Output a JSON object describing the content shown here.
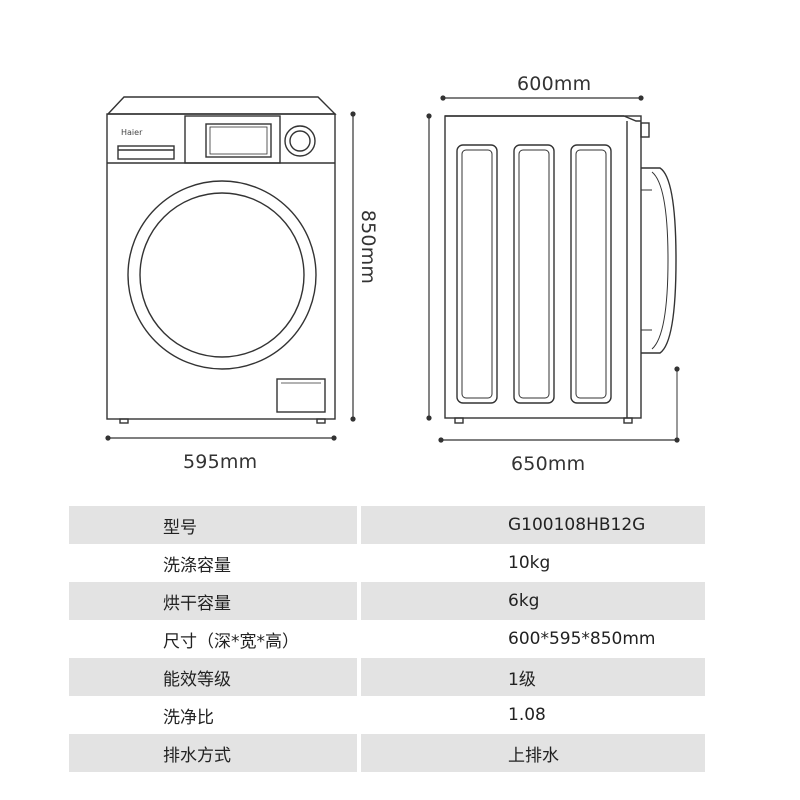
{
  "dimensions": {
    "front_width": "595mm",
    "height": "850mm",
    "side_top_width": "600mm",
    "side_bottom_depth": "650mm"
  },
  "brand_logo": "Haier",
  "specs": [
    {
      "label": "型号",
      "value": "G100108HB12G"
    },
    {
      "label": "洗涤容量",
      "value": "10kg"
    },
    {
      "label": "烘干容量",
      "value": "6kg"
    },
    {
      "label": "尺寸（深*宽*高）",
      "value": "600*595*850mm"
    },
    {
      "label": "能效等级",
      "value": "1级"
    },
    {
      "label": "洗净比",
      "value": "1.08"
    },
    {
      "label": "排水方式",
      "value": "上排水"
    }
  ],
  "colors": {
    "line": "#333333",
    "row_shade": "#e3e3e3"
  }
}
